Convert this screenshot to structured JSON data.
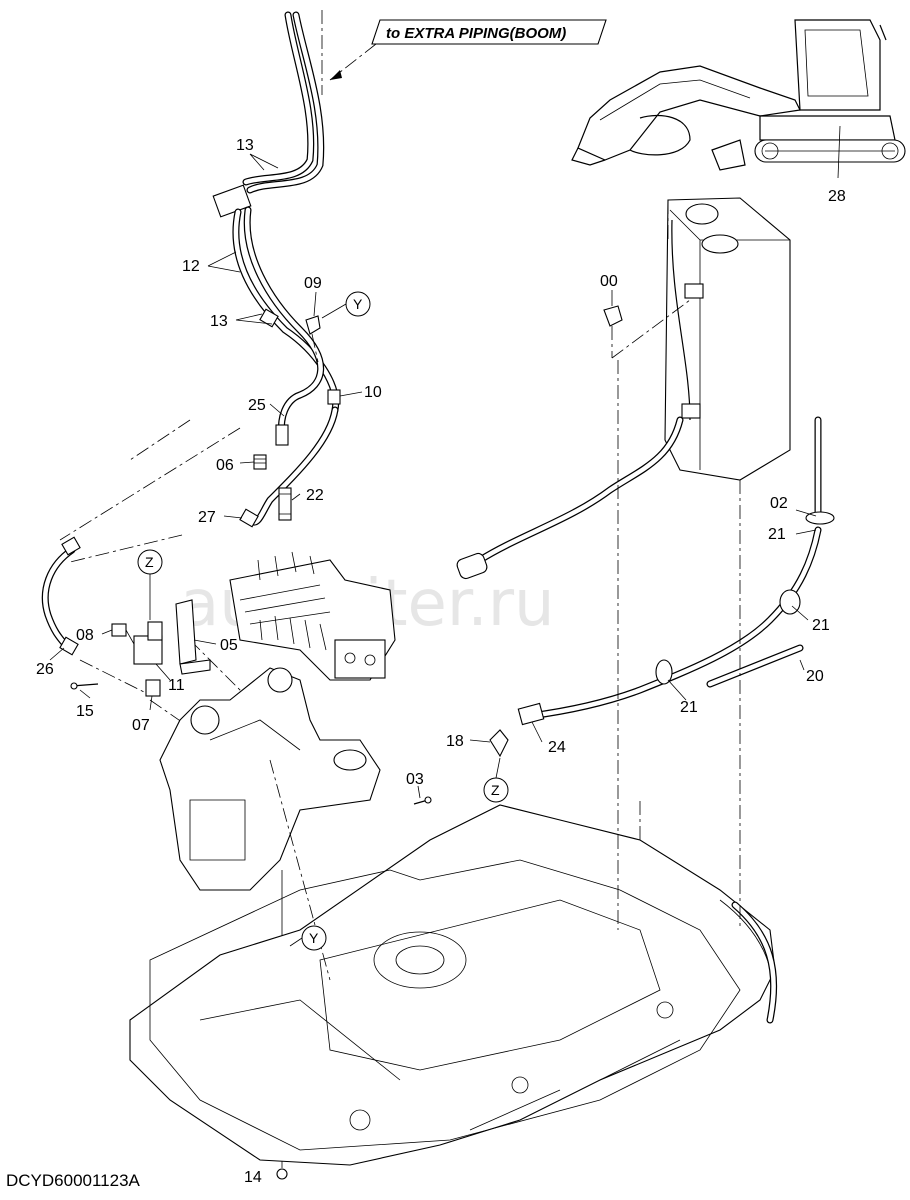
{
  "banner": {
    "text": "to EXTRA PIPING(BOOM)"
  },
  "watermark": "autopiter.ru",
  "drawing_code": "DCYD60001123A",
  "callouts": {
    "y": "Y",
    "z": "Z"
  },
  "labels": {
    "p00": "00",
    "p02": "02",
    "p03": "03",
    "p05": "05",
    "p06": "06",
    "p07": "07",
    "p08": "08",
    "p09": "09",
    "p10": "10",
    "p11": "11",
    "p12": "12",
    "p13": "13",
    "p14": "14",
    "p15": "15",
    "p18": "18",
    "p20": "20",
    "p21": "21",
    "p22": "22",
    "p24": "24",
    "p25": "25",
    "p26": "26",
    "p27": "27",
    "p28": "28"
  }
}
